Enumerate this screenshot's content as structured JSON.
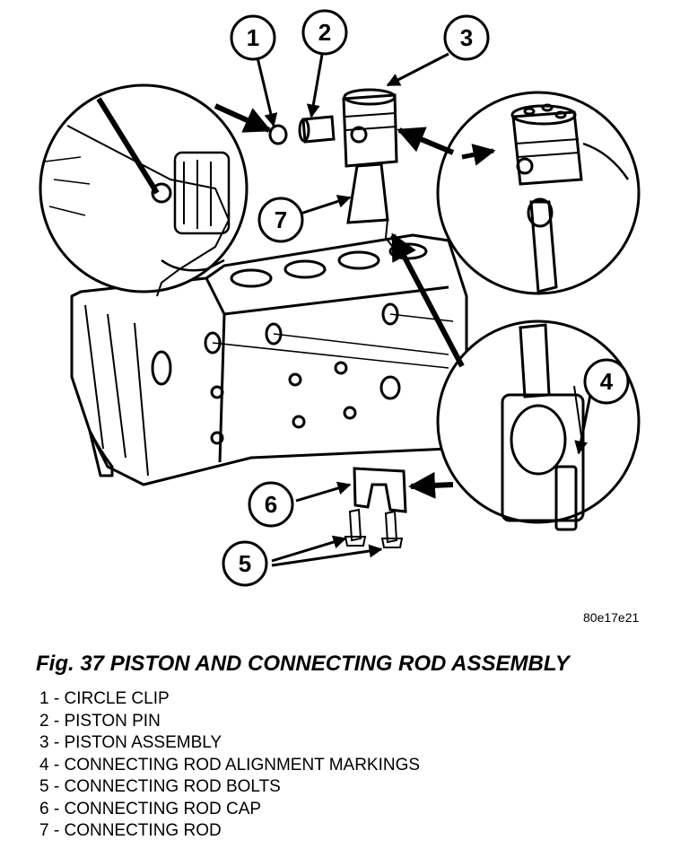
{
  "image_code": "80e17e21",
  "caption": "Fig. 37 PISTON AND CONNECTING ROD ASSEMBLY",
  "callouts": [
    "1",
    "2",
    "3",
    "4",
    "5",
    "6",
    "7"
  ],
  "legend": [
    {
      "num": "1",
      "sep": " - ",
      "text": "CIRCLE CLIP"
    },
    {
      "num": "2",
      "sep": " - ",
      "text": "PISTON PIN"
    },
    {
      "num": "3",
      "sep": " - ",
      "text": "PISTON ASSEMBLY"
    },
    {
      "num": "4",
      "sep": " - ",
      "text": "CONNECTING ROD ALIGNMENT MARKINGS"
    },
    {
      "num": "5",
      "sep": " - ",
      "text": "CONNECTING ROD BOLTS"
    },
    {
      "num": "6",
      "sep": " - ",
      "text": "CONNECTING ROD CAP"
    },
    {
      "num": "7",
      "sep": " - ",
      "text": "CONNECTING ROD"
    }
  ]
}
